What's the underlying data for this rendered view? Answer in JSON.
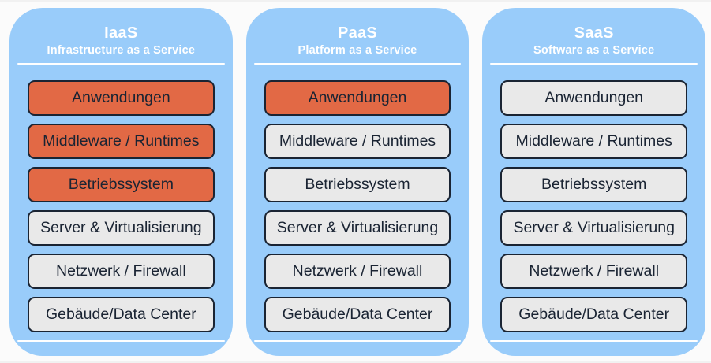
{
  "colors": {
    "column_bg": "#99ccfa",
    "managed_fill": "#e26945",
    "provider_fill": "#e9e9e9",
    "box_border": "#1a2433",
    "box_text": "#1a2433",
    "header_text": "#ffffff",
    "divider": "#ffffff",
    "page_bg": "#fbfbfb"
  },
  "columns": [
    {
      "id": "iaas",
      "title": "IaaS",
      "subtitle": "Infrastructure as a Service",
      "layers": [
        {
          "label": "Anwendungen",
          "highlighted": true
        },
        {
          "label": "Middleware / Runtimes",
          "highlighted": true
        },
        {
          "label": "Betriebssystem",
          "highlighted": true
        },
        {
          "label": "Server & Virtualisierung",
          "highlighted": false
        },
        {
          "label": "Netzwerk / Firewall",
          "highlighted": false
        },
        {
          "label": "Gebäude/Data Center",
          "highlighted": false
        }
      ]
    },
    {
      "id": "paas",
      "title": "PaaS",
      "subtitle": "Platform as a Service",
      "layers": [
        {
          "label": "Anwendungen",
          "highlighted": true
        },
        {
          "label": "Middleware / Runtimes",
          "highlighted": false
        },
        {
          "label": "Betriebssystem",
          "highlighted": false
        },
        {
          "label": "Server & Virtualisierung",
          "highlighted": false
        },
        {
          "label": "Netzwerk / Firewall",
          "highlighted": false
        },
        {
          "label": "Gebäude/Data Center",
          "highlighted": false
        }
      ]
    },
    {
      "id": "saas",
      "title": "SaaS",
      "subtitle": "Software as a Service",
      "layers": [
        {
          "label": "Anwendungen",
          "highlighted": false
        },
        {
          "label": "Middleware / Runtimes",
          "highlighted": false
        },
        {
          "label": "Betriebssystem",
          "highlighted": false
        },
        {
          "label": "Server & Virtualisierung",
          "highlighted": false
        },
        {
          "label": "Netzwerk / Firewall",
          "highlighted": false
        },
        {
          "label": "Gebäude/Data Center",
          "highlighted": false
        }
      ]
    }
  ]
}
